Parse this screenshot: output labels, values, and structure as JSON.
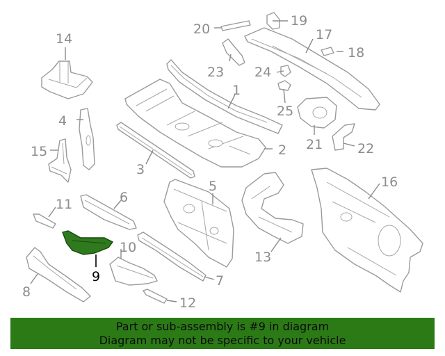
{
  "diagram": {
    "part_numbers": [
      "1",
      "2",
      "3",
      "4",
      "5",
      "6",
      "7",
      "8",
      "9",
      "10",
      "11",
      "12",
      "13",
      "14",
      "15",
      "16",
      "17",
      "18",
      "19",
      "20",
      "21",
      "22",
      "23",
      "24",
      "25"
    ],
    "highlighted_part": "9",
    "highlight_color": "#2f7a1f",
    "line_color": "#9a9a9a"
  },
  "banner": {
    "line1": "Part or sub-assembly is #9 in diagram",
    "line2": "Diagram may not be specific to your vehicle",
    "background": "#2b7a16"
  }
}
